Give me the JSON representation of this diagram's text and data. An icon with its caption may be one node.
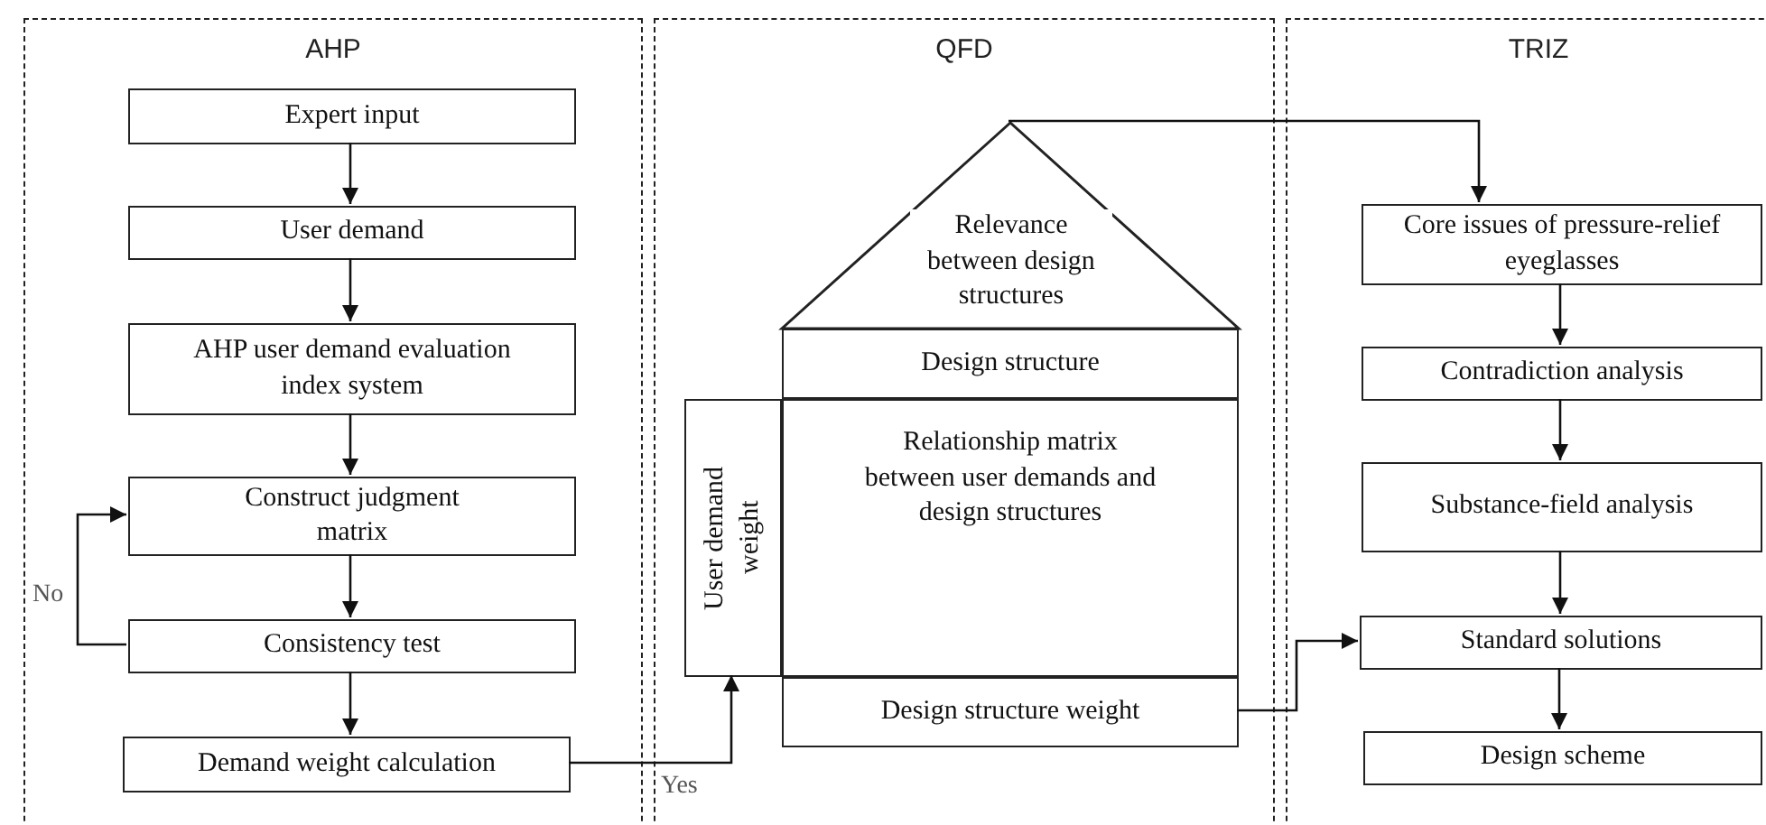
{
  "diagram": {
    "nodes": [
      {
        "text": [
          "AHP"
        ]
      },
      {
        "text": [
          "Expert input"
        ],
        "in": 0
      },
      {
        "text": [
          "User demand"
        ],
        "in": 0
      },
      {
        "text": [
          "AHP user demand evaluation index system"
        ],
        "in": 0
      },
      {
        "text": [
          "Construct judgment matrix"
        ],
        "in": 0
      },
      {
        "text": [
          "Consistency test"
        ],
        "in": 0
      },
      {
        "text": [
          "Demand weight calculation"
        ],
        "in": 0
      },
      {
        "text": [
          "QFD"
        ]
      },
      {
        "text": [
          "Relevance between design structures"
        ],
        "in": 7
      },
      {
        "text": [
          "Design structure"
        ],
        "in": 7
      },
      {
        "text": [
          "User demand weight"
        ],
        "in": 7
      },
      {
        "text": [
          "Relationship matrix between user demands and design structures"
        ],
        "in": 7
      },
      {
        "text": [
          "Design structure weight"
        ],
        "in": 7
      },
      {
        "text": [
          "TRIZ"
        ]
      },
      {
        "text": [
          "Core issues of pressure-relief eyeglasses"
        ],
        "in": 13
      },
      {
        "text": [
          "Contradiction analysis"
        ],
        "in": 13
      },
      {
        "text": [
          "Substance-field analysis"
        ],
        "in": 13
      },
      {
        "text": [
          "Standard solutions"
        ],
        "in": 13
      },
      {
        "text": [
          "Design scheme"
        ],
        "in": 13
      }
    ],
    "edges": [
      {
        "from": 1,
        "to": 2,
        "arrow": "to"
      },
      {
        "from": 2,
        "to": 3,
        "arrow": "to"
      },
      {
        "from": 3,
        "to": 4,
        "arrow": "to"
      },
      {
        "from": 4,
        "to": 5,
        "arrow": "to"
      },
      {
        "from": 5,
        "to": 6,
        "arrow": "to"
      },
      {
        "from": 5,
        "to": 4,
        "arrow": "to",
        "label": "No"
      },
      {
        "from": 6,
        "to": 10,
        "arrow": "to",
        "label": "Yes"
      },
      {
        "from": 8,
        "to": 14,
        "arrow": "to"
      },
      {
        "from": 12,
        "to": 17,
        "arrow": "to"
      },
      {
        "from": 14,
        "to": 15,
        "arrow": "to"
      },
      {
        "from": 15,
        "to": 16,
        "arrow": "to"
      },
      {
        "from": 16,
        "to": 17,
        "arrow": "to"
      },
      {
        "from": 17,
        "to": 18,
        "arrow": "to"
      }
    ]
  }
}
